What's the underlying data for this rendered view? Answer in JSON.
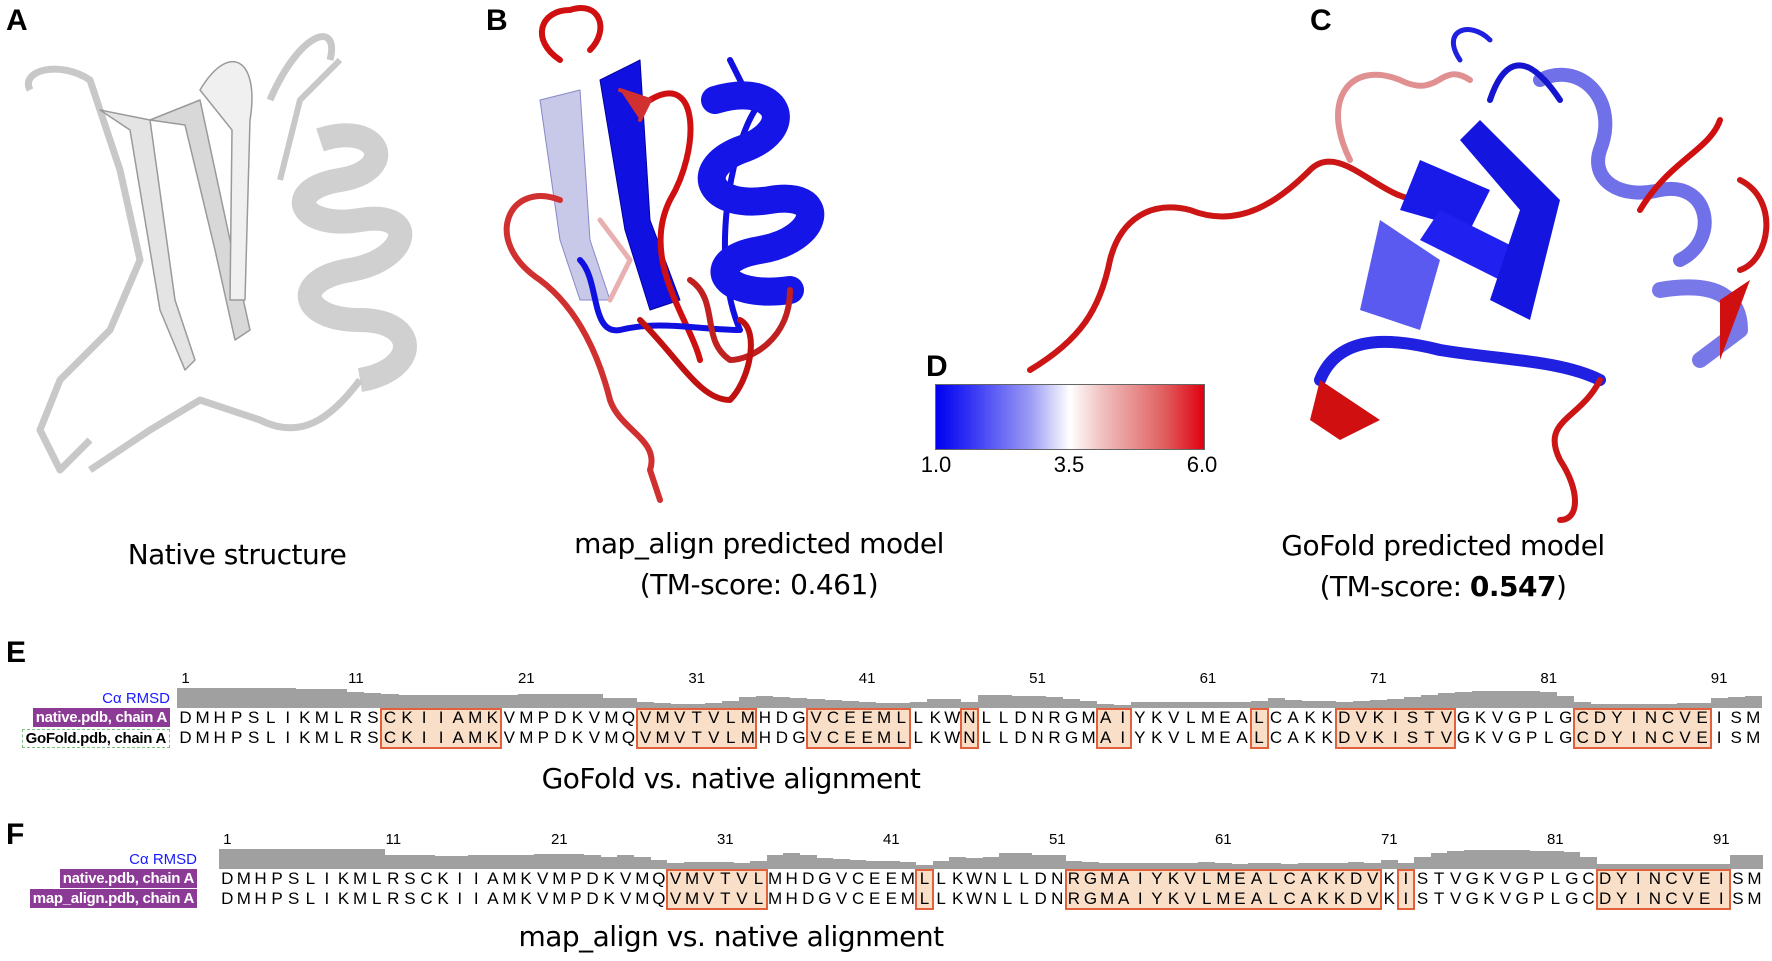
{
  "panels": {
    "A": {
      "letter": "A",
      "caption": "Native structure"
    },
    "B": {
      "letter": "B",
      "caption_line1": "map_align predicted model",
      "caption_line2": "(TM-score: 0.461)"
    },
    "C": {
      "letter": "C",
      "caption_line1": "GoFold predicted model",
      "caption_line2_pre": "(TM-score: ",
      "caption_line2_bold": "0.547",
      "caption_line2_post": ")"
    },
    "D": {
      "letter": "D",
      "colorbar": {
        "min_label": "1.0",
        "mid_label": "3.5",
        "max_label": "6.0",
        "colors": [
          "#0000f0",
          "#ffffff",
          "#e00010"
        ]
      }
    }
  },
  "colors": {
    "native_label_bg": "#8b3a95",
    "box_fill": "#f9dfc8",
    "box_border": "#e2603c",
    "rmsd_bar": "#a0a0a0",
    "rmsd_label": "#1a1aff",
    "high_rmsd": "#e00010",
    "low_rmsd": "#0000f0"
  },
  "sequence": "DMHPSLIKMLRSCKIIAMKVMPDKVMQVMVTVLMHDGVCEEMLLKWNLLDNRGMAIYKVLMEALCAKKDVKISTVGKVGPLGCDYINCVEISM",
  "ticks": [
    "1",
    "11",
    "21",
    "31",
    "41",
    "51",
    "61",
    "71",
    "81",
    "91"
  ],
  "alignments": [
    {
      "letter": "E",
      "rmsd_label": "Cα RMSD",
      "row1_label": "native.pdb, chain A",
      "row2_label": "GoFold.pdb, chain A",
      "caption": "GoFold vs. native alignment",
      "boxes": [
        [
          13,
          19
        ],
        [
          28,
          34
        ],
        [
          38,
          43
        ],
        [
          47,
          47
        ],
        [
          55,
          56
        ],
        [
          64,
          64
        ],
        [
          69,
          75
        ],
        [
          83,
          90
        ]
      ],
      "rmsd_profile": [
        1,
        1,
        1,
        1,
        1,
        0.98,
        0.98,
        0.97,
        0.97,
        0.95,
        0.8,
        0.75,
        0.7,
        0.65,
        0.65,
        0.64,
        0.64,
        0.63,
        0.63,
        0.65,
        0.7,
        0.72,
        0.7,
        0.68,
        0.7,
        0.5,
        0.48,
        0.3,
        0.25,
        0.22,
        0.2,
        0.25,
        0.35,
        0.55,
        0.6,
        0.55,
        0.5,
        0.45,
        0.4,
        0.35,
        0.3,
        0.25,
        0.25,
        0.3,
        0.45,
        0.45,
        0.3,
        0.65,
        0.65,
        0.6,
        0.6,
        0.55,
        0.45,
        0.35,
        0.2,
        0.15,
        0.3,
        0.3,
        0.3,
        0.3,
        0.3,
        0.28,
        0.28,
        0.35,
        0.5,
        0.4,
        0.35,
        0.35,
        0.3,
        0.35,
        0.4,
        0.45,
        0.55,
        0.65,
        0.75,
        0.8,
        0.85,
        0.85,
        0.85,
        0.85,
        0.8,
        0.6,
        0.3,
        0.2,
        0.2,
        0.22,
        0.22,
        0.22,
        0.25,
        0.25,
        0.5,
        0.55,
        0.6
      ]
    },
    {
      "letter": "F",
      "rmsd_label": "Cα RMSD",
      "row1_label": "native.pdb, chain A",
      "row2_label": "map_align.pdb, chain A",
      "caption": "map_align vs. native alignment",
      "boxes": [
        [
          28,
          33
        ],
        [
          43,
          43
        ],
        [
          52,
          70
        ],
        [
          72,
          72
        ],
        [
          84,
          91
        ]
      ],
      "rmsd_profile": [
        1,
        1,
        1,
        1,
        1,
        1,
        1,
        1,
        1,
        1,
        0.72,
        0.72,
        0.68,
        0.66,
        0.66,
        0.68,
        0.7,
        0.7,
        0.72,
        0.74,
        0.76,
        0.75,
        0.72,
        0.6,
        0.7,
        0.6,
        0.45,
        0.3,
        0.33,
        0.35,
        0.33,
        0.3,
        0.4,
        0.7,
        0.8,
        0.7,
        0.55,
        0.5,
        0.45,
        0.42,
        0.4,
        0.35,
        0.2,
        0.4,
        0.6,
        0.55,
        0.6,
        0.8,
        0.8,
        0.7,
        0.7,
        0.4,
        0.35,
        0.3,
        0.3,
        0.28,
        0.3,
        0.3,
        0.3,
        0.35,
        0.3,
        0.25,
        0.3,
        0.3,
        0.25,
        0.3,
        0.3,
        0.32,
        0.35,
        0.3,
        0.45,
        0.3,
        0.6,
        0.8,
        0.9,
        0.95,
        0.95,
        0.95,
        0.95,
        0.9,
        0.9,
        0.85,
        0.6,
        0.25,
        0.25,
        0.25,
        0.25,
        0.25,
        0.25,
        0.25,
        0.25,
        0.7,
        0.7
      ]
    }
  ]
}
